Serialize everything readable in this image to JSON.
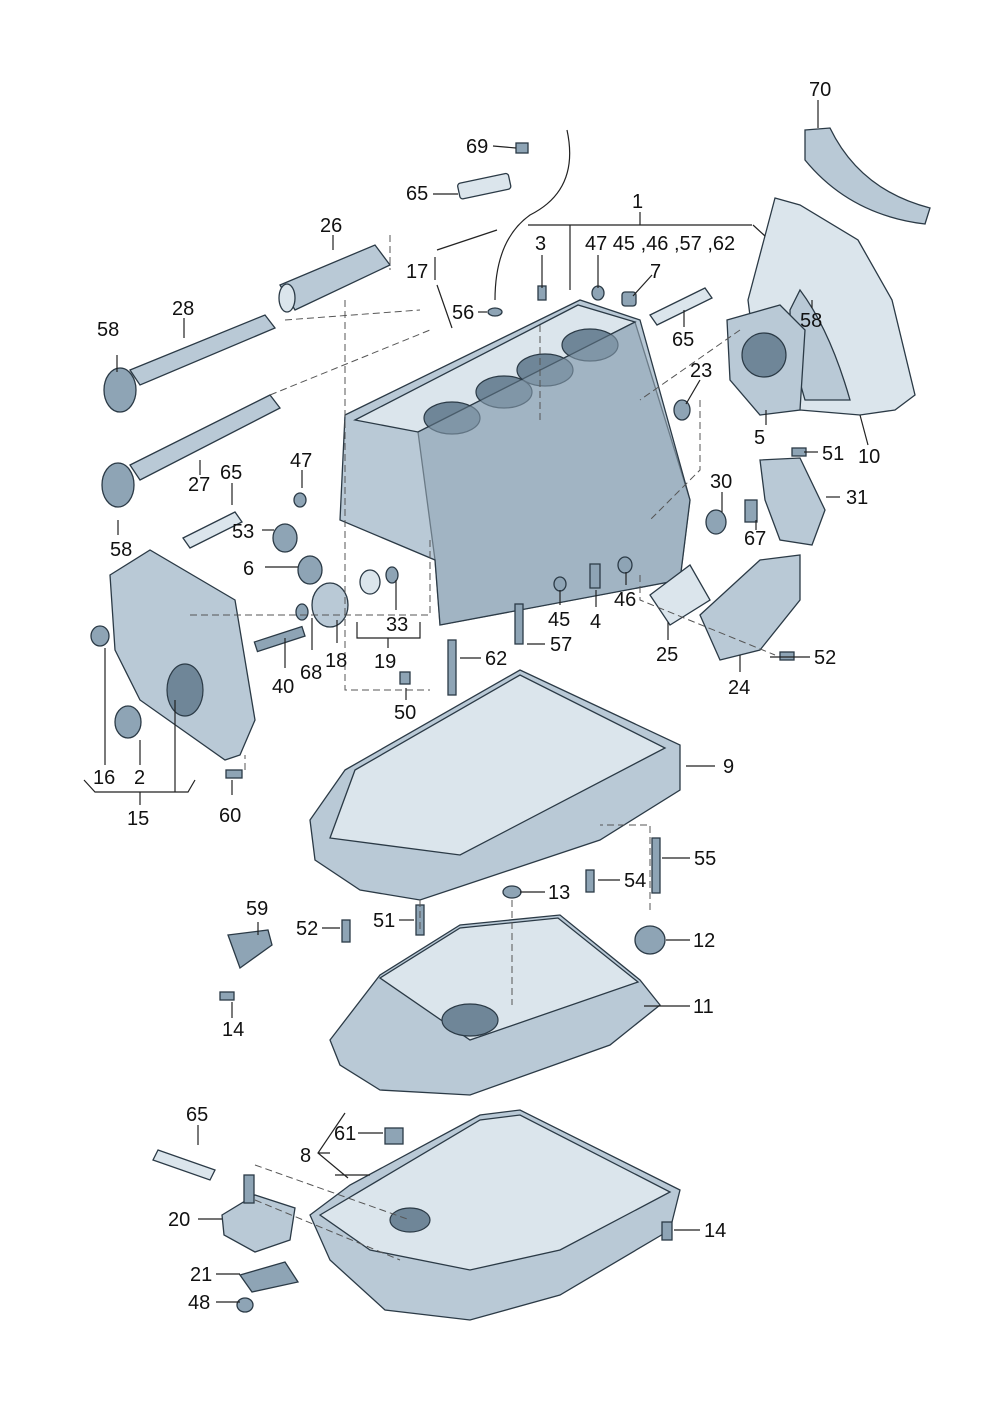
{
  "diagram": {
    "callouts": [
      {
        "id": "c70",
        "label": "70"
      },
      {
        "id": "c69",
        "label": "69"
      },
      {
        "id": "c65a",
        "label": "65"
      },
      {
        "id": "c1",
        "label": "1"
      },
      {
        "id": "c26",
        "label": "26"
      },
      {
        "id": "c3",
        "label": "3"
      },
      {
        "id": "c47_45_46_57_62",
        "label": "47 45 ,46 ,57 ,62"
      },
      {
        "id": "c17",
        "label": "17"
      },
      {
        "id": "c7",
        "label": "7"
      },
      {
        "id": "c56",
        "label": "56"
      },
      {
        "id": "c28",
        "label": "28"
      },
      {
        "id": "c65b",
        "label": "65"
      },
      {
        "id": "c58a",
        "label": "58"
      },
      {
        "id": "c58b",
        "label": "58"
      },
      {
        "id": "c23",
        "label": "23"
      },
      {
        "id": "c5",
        "label": "5"
      },
      {
        "id": "c10",
        "label": "10"
      },
      {
        "id": "c51a",
        "label": "51"
      },
      {
        "id": "c47b",
        "label": "47"
      },
      {
        "id": "c65c",
        "label": "65"
      },
      {
        "id": "c27",
        "label": "27"
      },
      {
        "id": "c30",
        "label": "30"
      },
      {
        "id": "c31",
        "label": "31"
      },
      {
        "id": "c58c",
        "label": "58"
      },
      {
        "id": "c53",
        "label": "53"
      },
      {
        "id": "c67",
        "label": "67"
      },
      {
        "id": "c6",
        "label": "6"
      },
      {
        "id": "c33",
        "label": "33"
      },
      {
        "id": "c45b",
        "label": "45"
      },
      {
        "id": "c4",
        "label": "4"
      },
      {
        "id": "c46b",
        "label": "46"
      },
      {
        "id": "c57b",
        "label": "57"
      },
      {
        "id": "c25",
        "label": "25"
      },
      {
        "id": "c52a",
        "label": "52"
      },
      {
        "id": "c19",
        "label": "19"
      },
      {
        "id": "c62b",
        "label": "62"
      },
      {
        "id": "c40",
        "label": "40"
      },
      {
        "id": "c68",
        "label": "68"
      },
      {
        "id": "c18",
        "label": "18"
      },
      {
        "id": "c24",
        "label": "24"
      },
      {
        "id": "c50",
        "label": "50"
      },
      {
        "id": "c9",
        "label": "9"
      },
      {
        "id": "c16",
        "label": "16"
      },
      {
        "id": "c2",
        "label": "2"
      },
      {
        "id": "c15",
        "label": "15"
      },
      {
        "id": "c60",
        "label": "60"
      },
      {
        "id": "c55",
        "label": "55"
      },
      {
        "id": "c54",
        "label": "54"
      },
      {
        "id": "c13",
        "label": "13"
      },
      {
        "id": "c59",
        "label": "59"
      },
      {
        "id": "c52b",
        "label": "52"
      },
      {
        "id": "c51b",
        "label": "51"
      },
      {
        "id": "c12",
        "label": "12"
      },
      {
        "id": "c11",
        "label": "11"
      },
      {
        "id": "c14a",
        "label": "14"
      },
      {
        "id": "c65d",
        "label": "65"
      },
      {
        "id": "c61",
        "label": "61"
      },
      {
        "id": "c8",
        "label": "8"
      },
      {
        "id": "c20",
        "label": "20"
      },
      {
        "id": "c14b",
        "label": "14"
      },
      {
        "id": "c21",
        "label": "21"
      },
      {
        "id": "c48",
        "label": "48"
      }
    ]
  },
  "colors": {
    "part_fill": "#b9c9d6",
    "part_shadow": "#8ea4b5",
    "part_highlight": "#dbe5ec",
    "outline": "#2b3a46",
    "text": "#111111"
  }
}
